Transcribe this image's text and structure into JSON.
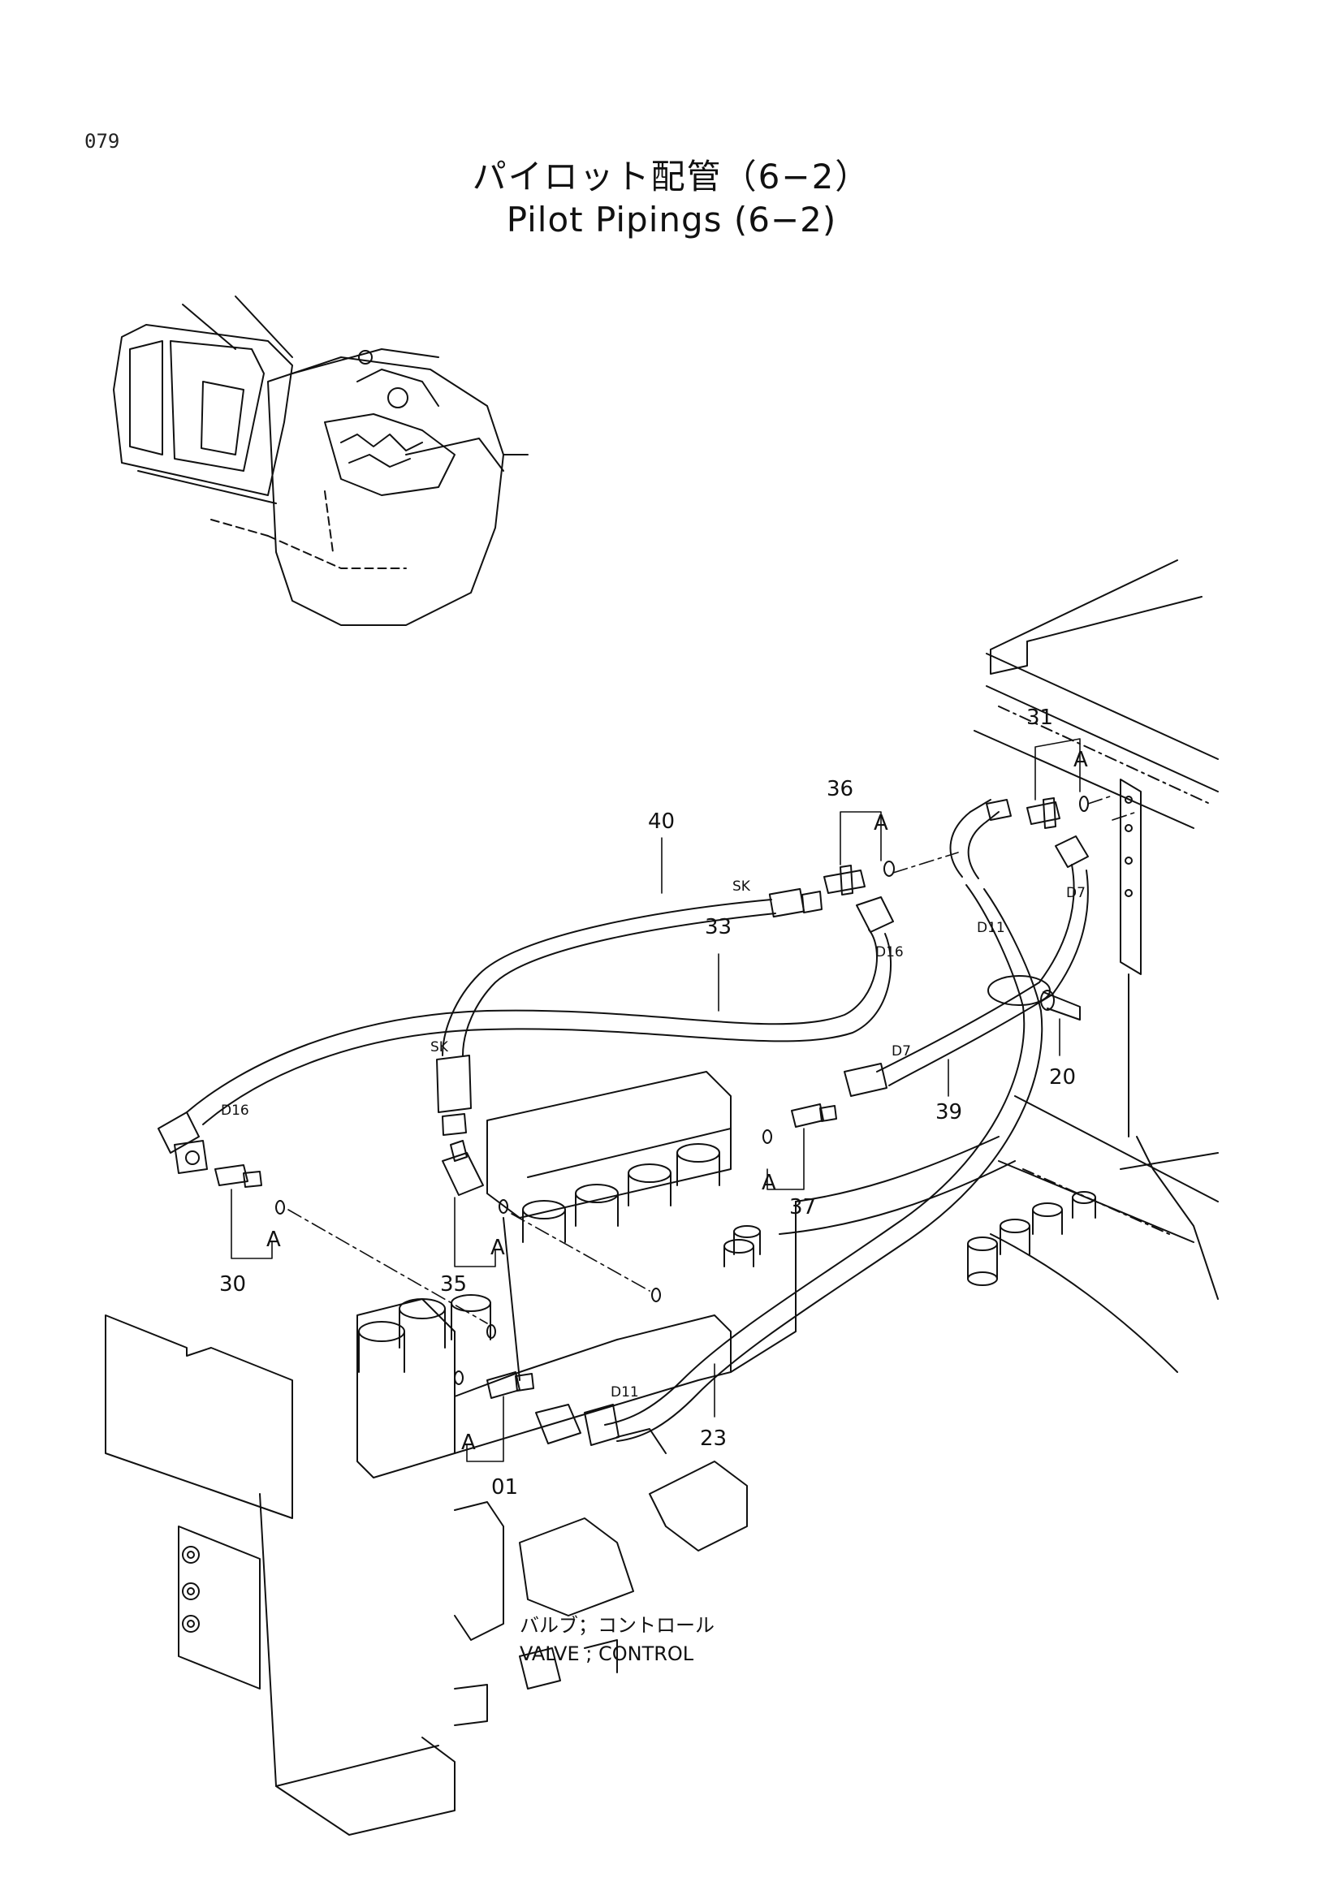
{
  "page_number": "079",
  "title_ja": "パイロット配管（6−2）",
  "title_en": "Pilot Pipings (6−2)",
  "callouts": {
    "p40": "40",
    "p33": "33",
    "p36": "36",
    "p31": "31",
    "p20": "20",
    "p39": "39",
    "p37": "37",
    "p35": "35",
    "p30": "30",
    "p23": "23",
    "p01": "01"
  },
  "refs": {
    "a": "A"
  },
  "hose_tags": {
    "sk": "SK",
    "d16": "D16",
    "d11": "D11",
    "d7": "D7"
  },
  "valve_label_ja": "バルブ；コントロール",
  "valve_label_en": "VALVE ; CONTROL"
}
